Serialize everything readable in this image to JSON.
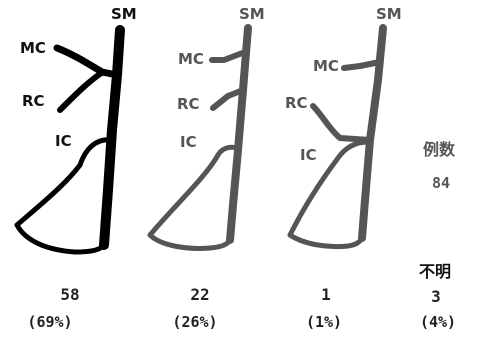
{
  "types": [
    {
      "labels": {
        "sm": "SM",
        "mc": "MC",
        "rc": "RC",
        "ic": "IC"
      },
      "count": "58",
      "percent": "(69%)"
    },
    {
      "labels": {
        "sm": "SM",
        "mc": "MC",
        "rc": "RC",
        "ic": "IC"
      },
      "count": "22",
      "percent": "(26%)"
    },
    {
      "labels": {
        "sm": "SM",
        "mc": "MC",
        "rc": "RC",
        "ic": "IC"
      },
      "count": "1",
      "percent": "(1%)"
    }
  ],
  "summary": {
    "cases_label": "例数",
    "cases_total": "84",
    "unknown_label": "不明",
    "unknown_count": "3",
    "unknown_percent": "(4%)"
  },
  "colors": {
    "type1": "#000000",
    "type2": "#555555",
    "type3": "#555555"
  }
}
